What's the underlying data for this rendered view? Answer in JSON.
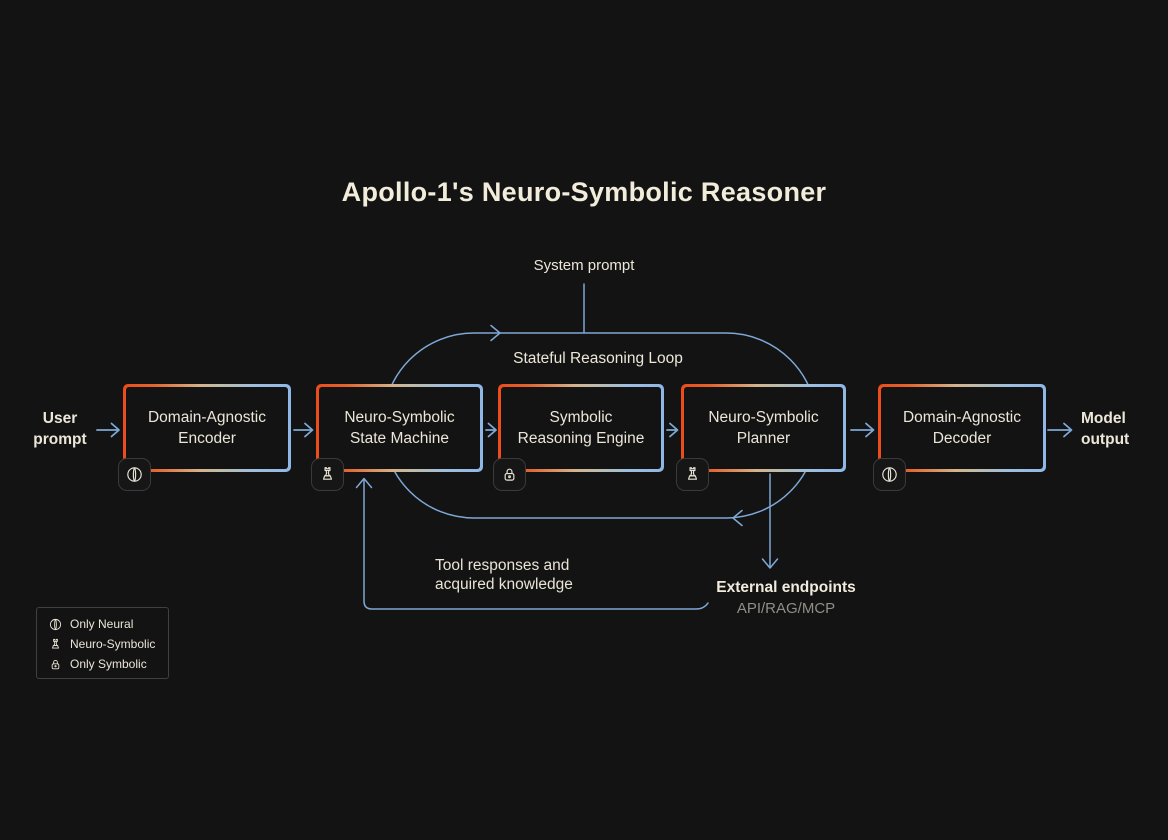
{
  "title": "Apollo-1's Neuro-Symbolic Reasoner",
  "diagram": {
    "system_prompt_label": "System prompt",
    "loop_label": "Stateful Reasoning Loop",
    "input_label": {
      "line1": "User",
      "line2": "prompt"
    },
    "output_label": {
      "line1": "Model",
      "line2": "output"
    },
    "feedback_label": {
      "line1": "Tool responses and",
      "line2": "acquired knowledge"
    },
    "external": {
      "title": "External endpoints",
      "subtitle": "API/RAG/MCP"
    },
    "boxes": [
      {
        "line1": "Domain-Agnostic",
        "line2": "Encoder",
        "icon": "brain-icon"
      },
      {
        "line1": "Neuro-Symbolic",
        "line2": "State Machine",
        "icon": "chess-piece-icon"
      },
      {
        "line1": "Symbolic",
        "line2": "Reasoning Engine",
        "icon": "lock-icon"
      },
      {
        "line1": "Neuro-Symbolic",
        "line2": "Planner",
        "icon": "chess-piece-icon"
      },
      {
        "line1": "Domain-Agnostic",
        "line2": "Decoder",
        "icon": "brain-icon"
      }
    ]
  },
  "legend": {
    "items": [
      {
        "icon": "brain-icon",
        "label": "Only Neural"
      },
      {
        "icon": "chess-piece-icon",
        "label": "Neuro-Symbolic"
      },
      {
        "icon": "lock-icon",
        "label": "Only Symbolic"
      }
    ]
  },
  "colors": {
    "background": "#131313",
    "text_cream": "#ece7d8",
    "title_cream": "#f2ecda",
    "connector_blue": "#7ea8d5",
    "accent_orange": "#ec4c1b",
    "accent_blue": "#8fb7e6",
    "gradient_mid_tan": "#d5b28c",
    "muted_gray": "#918e86",
    "legend_border": "#404040",
    "badge_border": "#3a3a3a"
  }
}
